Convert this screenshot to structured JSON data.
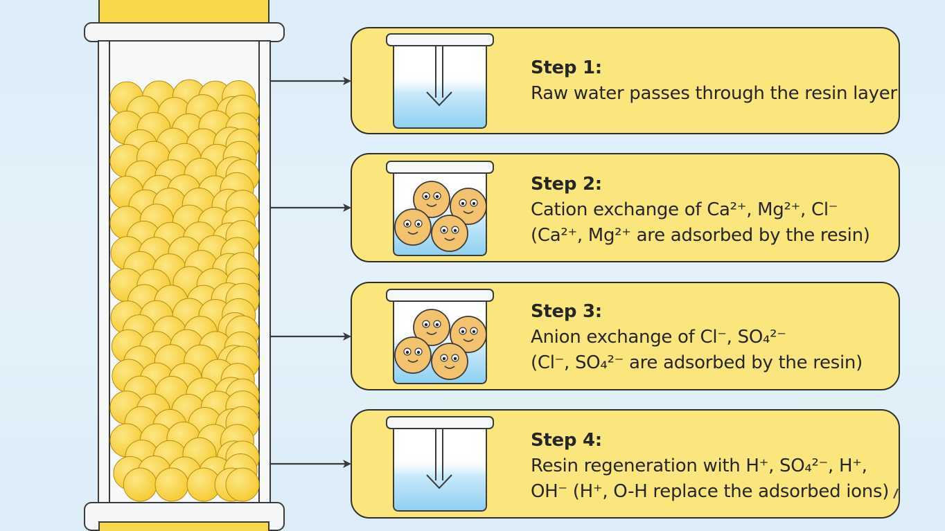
{
  "steps": [
    {
      "title": "Step 1:",
      "lines": [
        "Raw water passes through the resin layer"
      ],
      "beaker_icon": "beaker-arrow-down-icon"
    },
    {
      "title": "Step 2:",
      "lines": [
        "Cation exchange of Ca²⁺, Mg²⁺, Cl⁻",
        "(Ca²⁺, Mg²⁺ are adsorbed by the resin)"
      ],
      "beaker_icon": "beaker-resin-beads-icon"
    },
    {
      "title": "Step 3:",
      "lines": [
        "Anion exchange of Cl⁻, SO₄²⁻",
        "(Cl⁻, SO₄²⁻ are adsorbed by the resin)"
      ],
      "beaker_icon": "beaker-resin-beads-icon"
    },
    {
      "title": "Step 4:",
      "lines": [
        "Resin regeneration with H⁺, SO₄²⁻, H⁺,",
        "OH⁻ (H⁺, O-H replace the adsorbed ions)"
      ],
      "beaker_icon": "beaker-arrow-down-icon"
    }
  ],
  "colors": {
    "background": "#dcedf8",
    "card_fill": "#fbe67d",
    "card_border": "#2e2e2e",
    "resin_bead": "#f6cf3c",
    "column_cap": "#f7d84a",
    "water": "#a9dcf5"
  }
}
